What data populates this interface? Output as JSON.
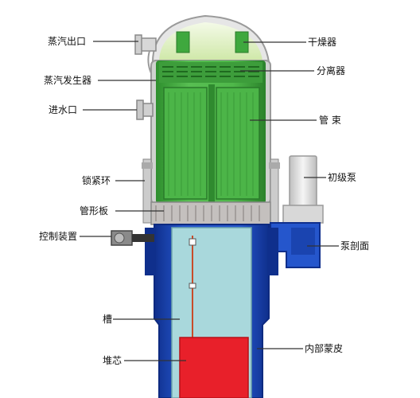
{
  "labels": {
    "steam_outlet": "蒸汽出口",
    "steam_generator": "蒸汽发生器",
    "water_inlet": "进水口",
    "lock_ring": "锁紧环",
    "tube_sheet": "管形板",
    "control_device": "控制装置",
    "tank": "槽",
    "core": "堆芯",
    "dryer": "干燥器",
    "separator": "分离器",
    "tube_bundle": "管 束",
    "primary_pump": "初级泵",
    "pump_section": "泵剖面",
    "inner_skin": "内部蒙皮"
  },
  "colors": {
    "vessel_blue": "#1f4fc4",
    "vessel_dark": "#0e2d86",
    "generator_green": "#4fb84a",
    "generator_dark": "#2d8a2d",
    "dome_light": "#e4f3c8",
    "shell_gray": "#d7d7d7",
    "tank_cyan": "#a9d8dc",
    "core_red": "#e8202a",
    "leader_line": "#333333"
  }
}
